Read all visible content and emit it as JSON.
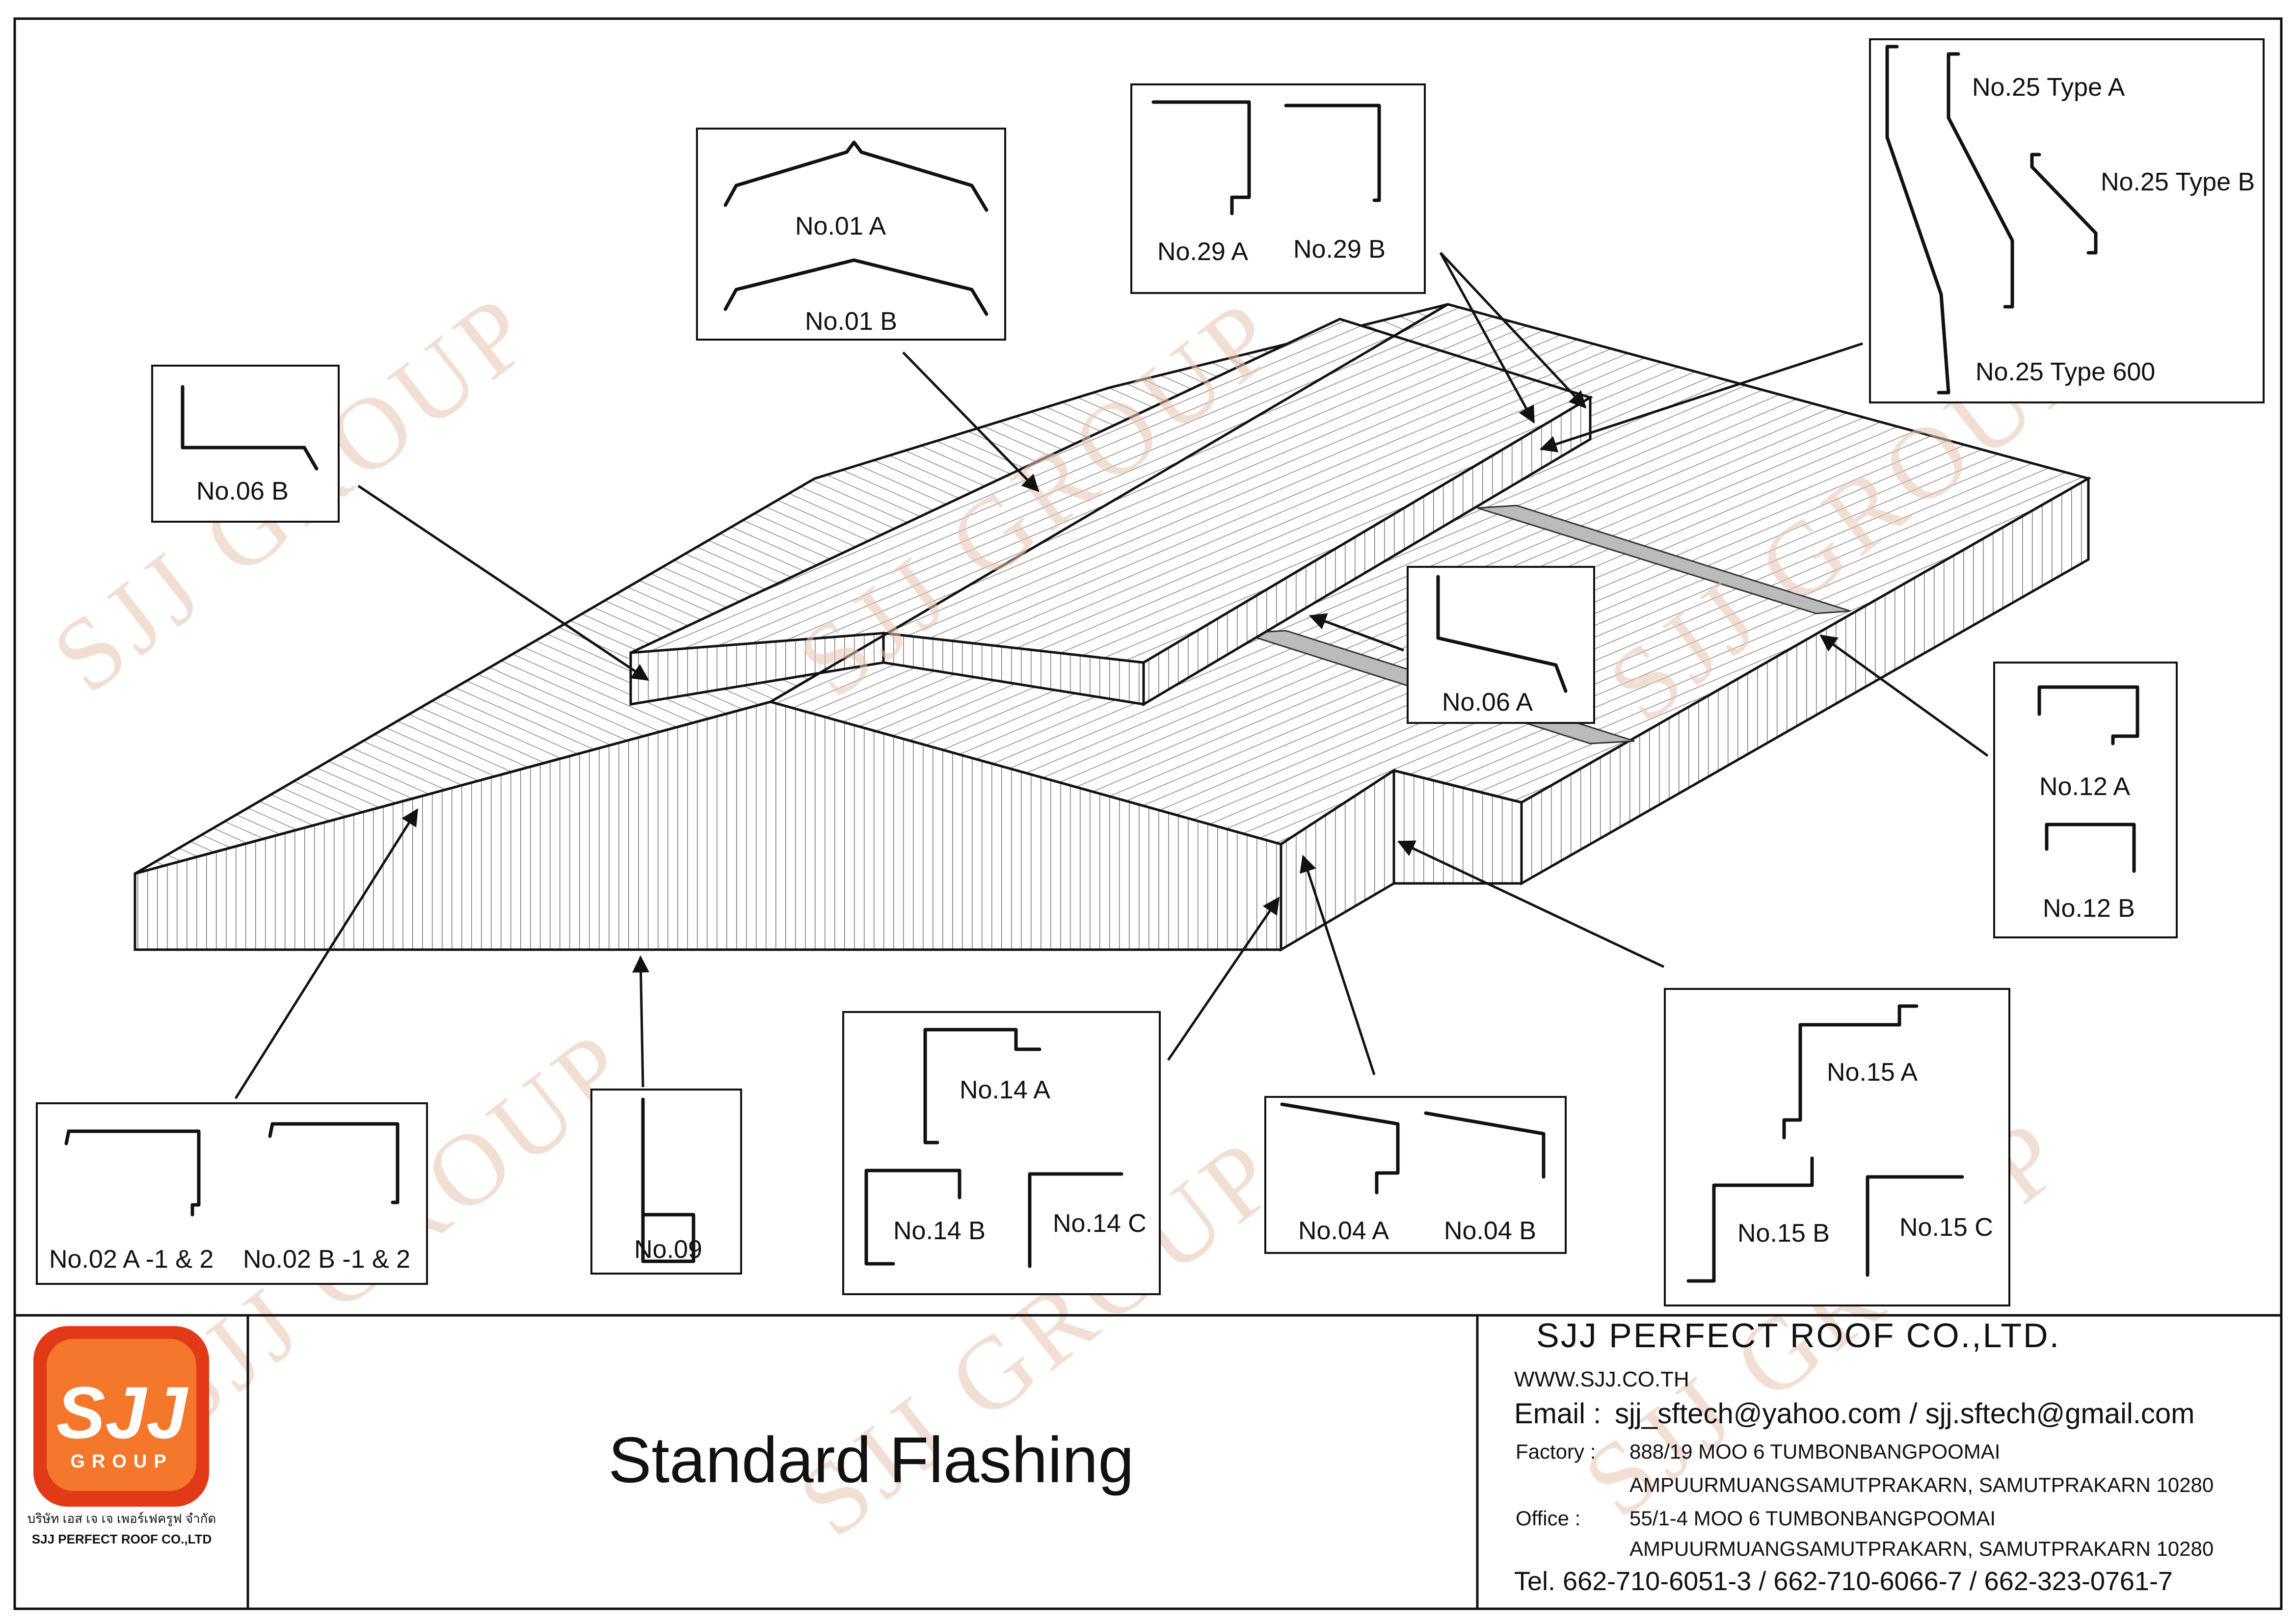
{
  "title": "Standard Flashing",
  "company": {
    "name": "SJJ PERFECT ROOF CO.,LTD.",
    "website": "WWW.SJJ.CO.TH",
    "email_label": "Email :",
    "email_value": "sjj_sftech@yahoo.com / sjj.sftech@gmail.com",
    "factory_label": "Factory :",
    "factory_line1": "888/19 MOO 6 TUMBONBANGPOOMAI",
    "factory_line2": "AMPUURMUANGSAMUTPRAKARN, SAMUTPRAKARN 10280",
    "office_label": "Office  :",
    "office_line1": "55/1-4 MOO 6 TUMBONBANGPOOMAI",
    "office_line2": "AMPUURMUANGSAMUTPRAKARN, SAMUTPRAKARN 10280",
    "tel": "Tel. 662-710-6051-3 / 662-710-6066-7 / 662-323-0761-7"
  },
  "logo": {
    "text": "SJJ",
    "sub": "GROUP",
    "thai_caption": "บริษัท เอส เจ เจ เพอร์เฟครูฟ จำกัด",
    "caption": "SJJ PERFECT ROOF CO.,LTD",
    "color_outer": "#e23a17",
    "color_inner": "#f4772b"
  },
  "watermark": "SJJ GROUP",
  "labels": {
    "no01a": "No.01 A",
    "no01b": "No.01 B",
    "no29a": "No.29 A",
    "no29b": "No.29 B",
    "no25a": "No.25 Type A",
    "no25b": "No.25 Type B",
    "no25_600": "No.25 Type 600",
    "no06b": "No.06 B",
    "no06a": "No.06 A",
    "no12a": "No.12 A",
    "no12b": "No.12 B",
    "no02": "No.02 A -1 & 2",
    "no02b": "No.02 B -1 & 2",
    "no09": "No.09",
    "no14a": "No.14 A",
    "no14b": "No.14 B",
    "no14c": "No.14 C",
    "no04a": "No.04 A",
    "no04b": "No.04 B",
    "no15a": "No.15 A",
    "no15b": "No.15 B",
    "no15c": "No.15 C"
  }
}
